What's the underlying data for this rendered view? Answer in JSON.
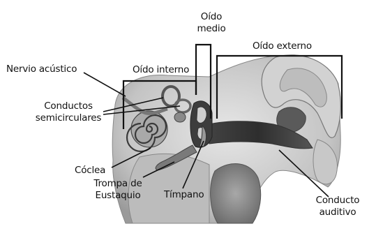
{
  "labels": {
    "oido_medio_line1": "Oído",
    "oido_medio_line2": "medio",
    "oido_externo": "Oído externo",
    "oido_interno": "Oído interno",
    "nervio_acustico": "Nervio acústico",
    "conductos_line1": "Conductos",
    "conductos_line2": "semicirculares",
    "coclea": "Cóclea",
    "trompa_line1": "Trompa de",
    "trompa_line2": "Eustaquio",
    "timpano": "Tímpano",
    "conducto_auditivo_line1": "Conducto",
    "conducto_auditivo_line2": "auditivo"
  },
  "colors": {
    "ink": "#111111",
    "tissue_light": "#dcdcdc",
    "tissue_mid": "#b4b4b4",
    "tissue_dark": "#6e6e6e",
    "canal_dark": "#3c3c3c"
  }
}
